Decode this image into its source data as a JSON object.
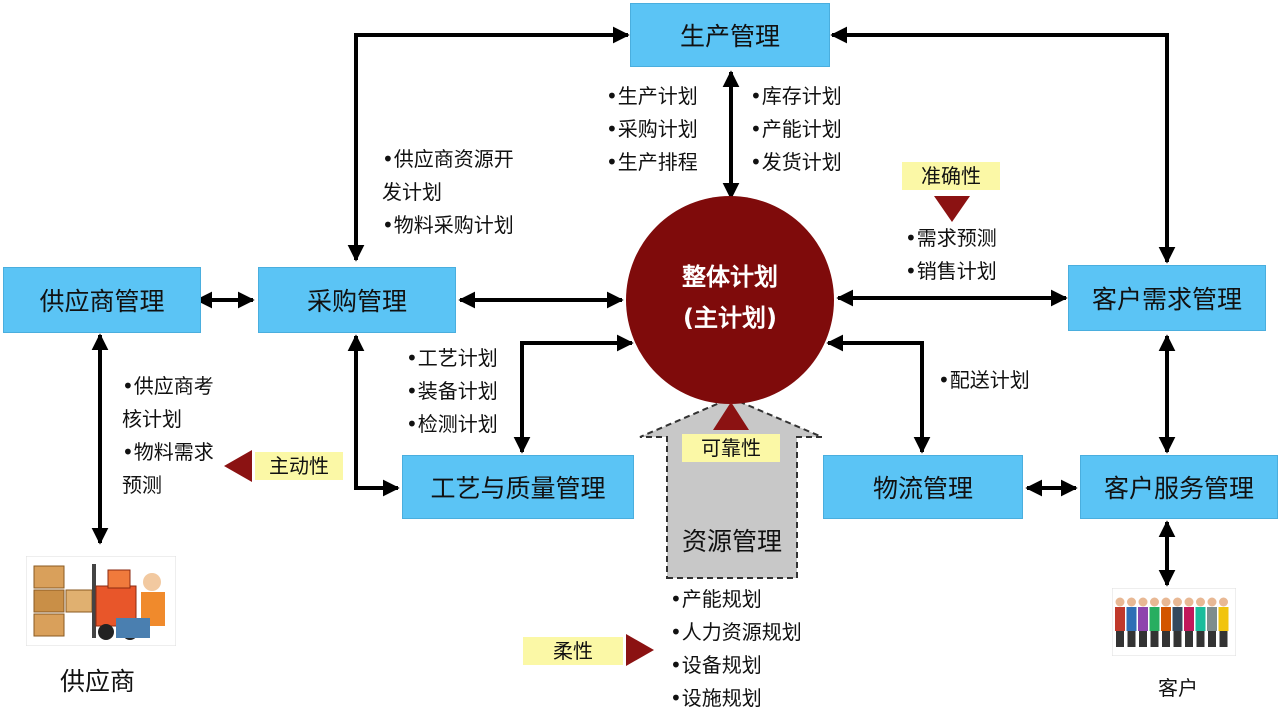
{
  "boxes": {
    "production": "生产管理",
    "procurement": "采购管理",
    "supplier_mgmt": "供应商管理",
    "customer_demand": "客户需求管理",
    "process_quality": "工艺与质量管理",
    "logistics": "物流管理",
    "customer_service": "客户服务管理",
    "resource": "资源管理"
  },
  "center": {
    "line1": "整体计划",
    "line2": "(主计划)"
  },
  "lists": {
    "production_left": [
      "•生产计划",
      "•采购计划",
      "•生产排程"
    ],
    "production_right": [
      "•库存计划",
      "•产能计划",
      "•发货计划"
    ],
    "procurement_top": [
      "•供应商资源开",
      "发计划",
      "•物料采购计划"
    ],
    "demand": [
      "•需求预测",
      "•销售计划"
    ],
    "process": [
      "•工艺计划",
      "•装备计划",
      "•检测计划"
    ],
    "supplier_side": [
      "•供应商考",
      "核计划",
      "•物料需求",
      "预测"
    ],
    "delivery": [
      "•配送计划"
    ],
    "resource_items": [
      "•产能规划",
      "•人力资源规划",
      "•设备规划",
      "•设施规划"
    ]
  },
  "tags": {
    "accuracy": "准确性",
    "reliability": "可靠性",
    "initiative": "主动性",
    "flexibility": "柔性"
  },
  "captions": {
    "supplier": "供应商",
    "customer": "客户"
  },
  "colors": {
    "box": "#5bc4f5",
    "center": "#7f0b0b",
    "tag": "#fbf8a6",
    "arrow": "#000000",
    "marker": "#8b1212",
    "resource": "#c8c8c8"
  }
}
